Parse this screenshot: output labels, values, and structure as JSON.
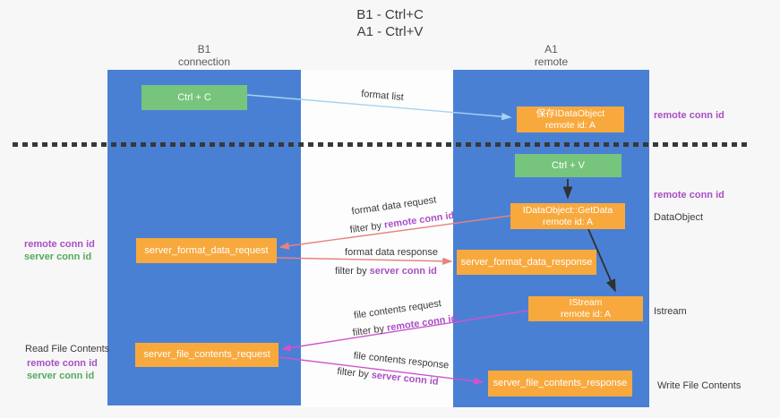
{
  "title": {
    "line1": "B1 - Ctrl+C",
    "line2": "A1 - Ctrl+V"
  },
  "columns": {
    "left": {
      "name": "B1",
      "subtitle": "connection"
    },
    "right": {
      "name": "A1",
      "subtitle": "remote"
    }
  },
  "nodes": {
    "ctrl_c": {
      "label": "Ctrl + C"
    },
    "ctrl_v": {
      "label": "Ctrl + V"
    },
    "save_idataobject": {
      "line1": "保存IDataObject",
      "line2": "remote id: A"
    },
    "getdata": {
      "line1": "IDataObject::GetData",
      "line2": "remote id: A"
    },
    "istream": {
      "line1": "IStream",
      "line2": "remote id: A"
    },
    "server_format_data_request": {
      "label": "server_format_data_request"
    },
    "server_format_data_response": {
      "label": "server_format_data_response"
    },
    "server_file_contents_request": {
      "label": "server_file_contents_request"
    },
    "server_file_contents_response": {
      "label": "server_file_contents_response"
    }
  },
  "labels": {
    "remote_conn_id": "remote conn id",
    "server_conn_id": "server conn id",
    "filter_by": "filter by",
    "format_list": "format list",
    "format_data_request": "format data request",
    "format_data_response": "format data response",
    "file_contents_request": "file contents request",
    "file_contents_response": "file contents response",
    "dataobject": "DataObject",
    "istream": "Istream",
    "read_file_contents": "Read File Contents",
    "write_file_contents": "Write File Contents"
  },
  "colors": {
    "background": "#f7f7f7",
    "column_blue": "#4a80d4",
    "box_green": "#77c57d",
    "box_orange": "#f8a93d",
    "purple_text": "#a94fc4",
    "green_text": "#55a95c",
    "arrow_blue": "#a6d3ef",
    "arrow_black": "#303030",
    "arrow_salmon": "#e8827d",
    "arrow_magenta": "#ce53ce"
  }
}
